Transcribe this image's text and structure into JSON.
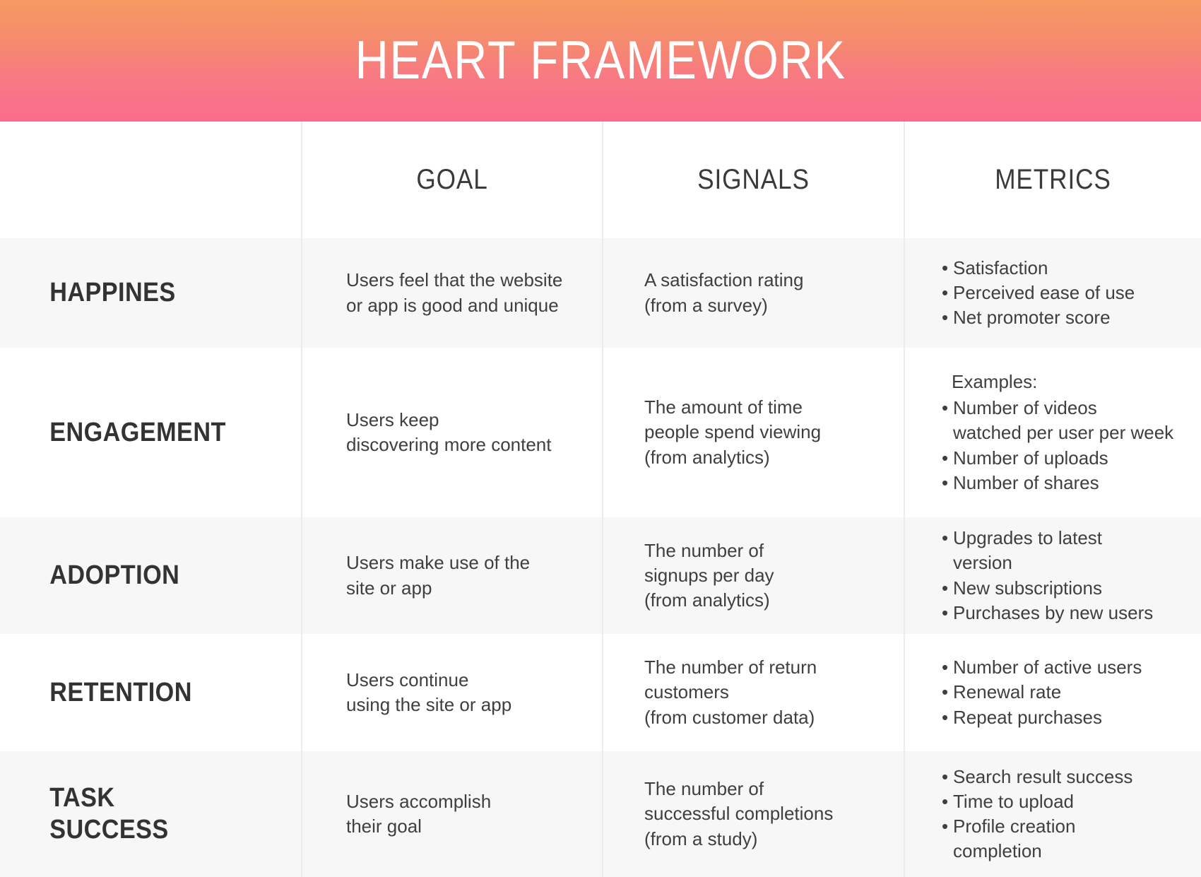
{
  "banner": {
    "title": "HEART FRAMEWORK",
    "gradient_from": "#F59A63",
    "gradient_to": "#FA6C8E"
  },
  "table": {
    "columns": [
      {
        "key": "dimension",
        "label": ""
      },
      {
        "key": "goal",
        "label": "GOAL"
      },
      {
        "key": "signals",
        "label": "SIGNALS"
      },
      {
        "key": "metrics",
        "label": "METRICS"
      }
    ],
    "row_shade_color": "#f7f7f7",
    "divider_color": "#ececec",
    "rows": [
      {
        "dimension": "HAPPINES",
        "goal_line1": "Users feel that the website",
        "goal_line2": "or app is good and unique",
        "signals_line1": "A satisfaction rating",
        "signals_line2": "(from a survey)",
        "metrics_intro": "",
        "metrics": [
          {
            "text": "Satisfaction",
            "sub": ""
          },
          {
            "text": "Perceived ease of use",
            "sub": ""
          },
          {
            "text": "Net promoter score",
            "sub": ""
          }
        ]
      },
      {
        "dimension": "ENGAGEMENT",
        "goal_line1": "Users keep",
        "goal_line2": "discovering more content",
        "signals_line1": "The amount of time",
        "signals_line2": "people spend viewing",
        "signals_line3": "(from analytics)",
        "metrics_intro": "Examples:",
        "metrics": [
          {
            "text": "Number of videos",
            "sub": "watched per user per week"
          },
          {
            "text": "Number of uploads",
            "sub": ""
          },
          {
            "text": "Number of shares",
            "sub": ""
          }
        ]
      },
      {
        "dimension": "ADOPTION",
        "goal_line1": "Users make use of the",
        "goal_line2": "site or app",
        "signals_line1": "The number of",
        "signals_line2": "signups per day",
        "signals_line3": "(from analytics)",
        "metrics_intro": "",
        "metrics": [
          {
            "text": "Upgrades to latest",
            "sub": "version"
          },
          {
            "text": "New subscriptions",
            "sub": ""
          },
          {
            "text": "Purchases by new users",
            "sub": ""
          }
        ]
      },
      {
        "dimension": "RETENTION",
        "goal_line1": "Users continue",
        "goal_line2": "using the site or app",
        "signals_line1": "The number of return",
        "signals_line2": "customers",
        "signals_line3": "(from customer data)",
        "metrics_intro": "",
        "metrics": [
          {
            "text": "Number of active users",
            "sub": ""
          },
          {
            "text": "Renewal rate",
            "sub": ""
          },
          {
            "text": "Repeat purchases",
            "sub": ""
          }
        ]
      },
      {
        "dimension_line1": "TASK",
        "dimension_line2": "SUCCESS",
        "goal_line1": "Users accomplish",
        "goal_line2": "their goal",
        "signals_line1": "The number of",
        "signals_line2": "successful completions",
        "signals_line3": "(from a study)",
        "metrics_intro": "",
        "metrics": [
          {
            "text": "Search result success",
            "sub": ""
          },
          {
            "text": "Time to upload",
            "sub": ""
          },
          {
            "text": "Profile creation",
            "sub": "completion"
          }
        ]
      }
    ]
  }
}
